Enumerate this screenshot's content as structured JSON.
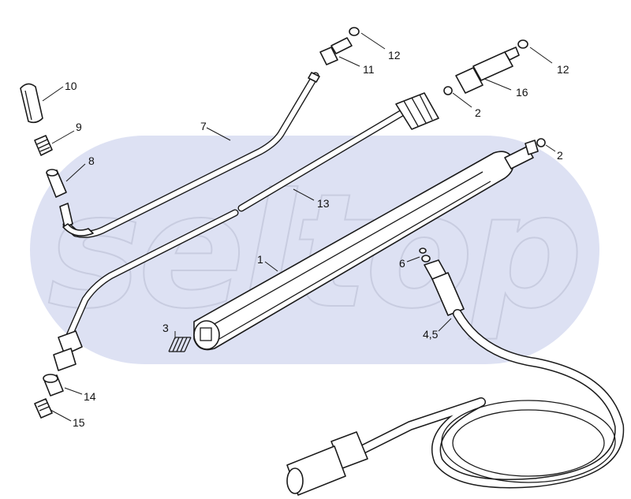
{
  "watermark": "seltop",
  "callouts": [
    {
      "id": "c12a",
      "text": "12"
    },
    {
      "id": "c11",
      "text": "11"
    },
    {
      "id": "c12b",
      "text": "12"
    },
    {
      "id": "c16",
      "text": "16"
    },
    {
      "id": "c2a",
      "text": "2"
    },
    {
      "id": "c2b",
      "text": "2"
    },
    {
      "id": "c10",
      "text": "10"
    },
    {
      "id": "c9",
      "text": "9"
    },
    {
      "id": "c8",
      "text": "8"
    },
    {
      "id": "c7",
      "text": "7"
    },
    {
      "id": "c13",
      "text": "13"
    },
    {
      "id": "c1",
      "text": "1"
    },
    {
      "id": "c6",
      "text": "6"
    },
    {
      "id": "c3",
      "text": "3"
    },
    {
      "id": "c45",
      "text": "4,5"
    },
    {
      "id": "c14",
      "text": "14"
    },
    {
      "id": "c15",
      "text": "15"
    }
  ]
}
